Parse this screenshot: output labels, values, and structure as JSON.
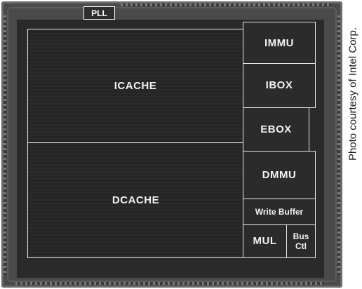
{
  "blocks": {
    "pll": "PLL",
    "icache": "ICACHE",
    "dcache": "DCACHE",
    "immu": "IMMU",
    "ibox": "IBOX",
    "ebox": "EBOX",
    "dmmu": "DMMU",
    "write_buffer": "Write Buffer",
    "mul": "MUL",
    "bus_ctl_line1": "Bus",
    "bus_ctl_line2": "Ctl"
  },
  "credit": "Photo courtesy of Intel Corp.",
  "colors": {
    "die": "#4a4a4a",
    "block_fill": "#2b2b2b",
    "outline": "#e8e8e8",
    "label": "#f2f2f2"
  }
}
